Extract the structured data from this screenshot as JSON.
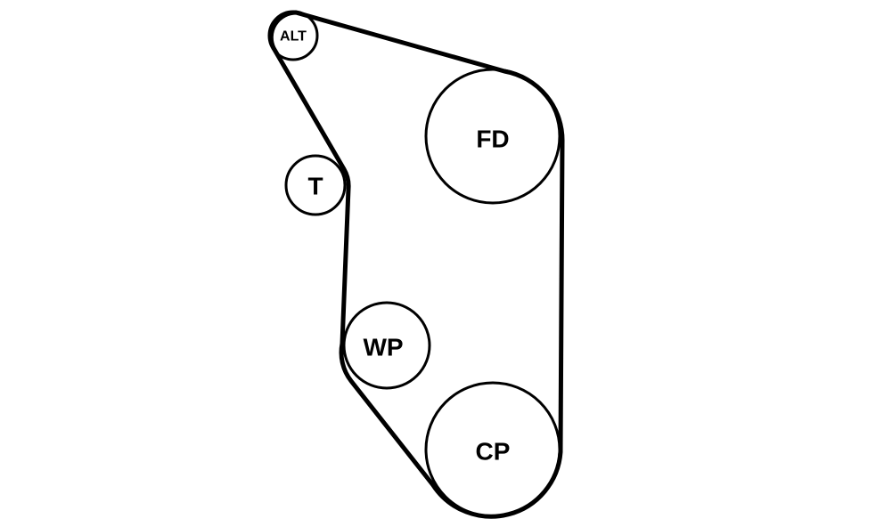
{
  "diagram": {
    "pulleys": [
      {
        "id": "alt",
        "label": "ALT"
      },
      {
        "id": "t",
        "label": "T"
      },
      {
        "id": "fd",
        "label": "FD"
      },
      {
        "id": "wp",
        "label": "WP"
      },
      {
        "id": "cp",
        "label": "CP"
      }
    ],
    "colors": {
      "line": "#000000",
      "background": "#ffffff"
    }
  }
}
